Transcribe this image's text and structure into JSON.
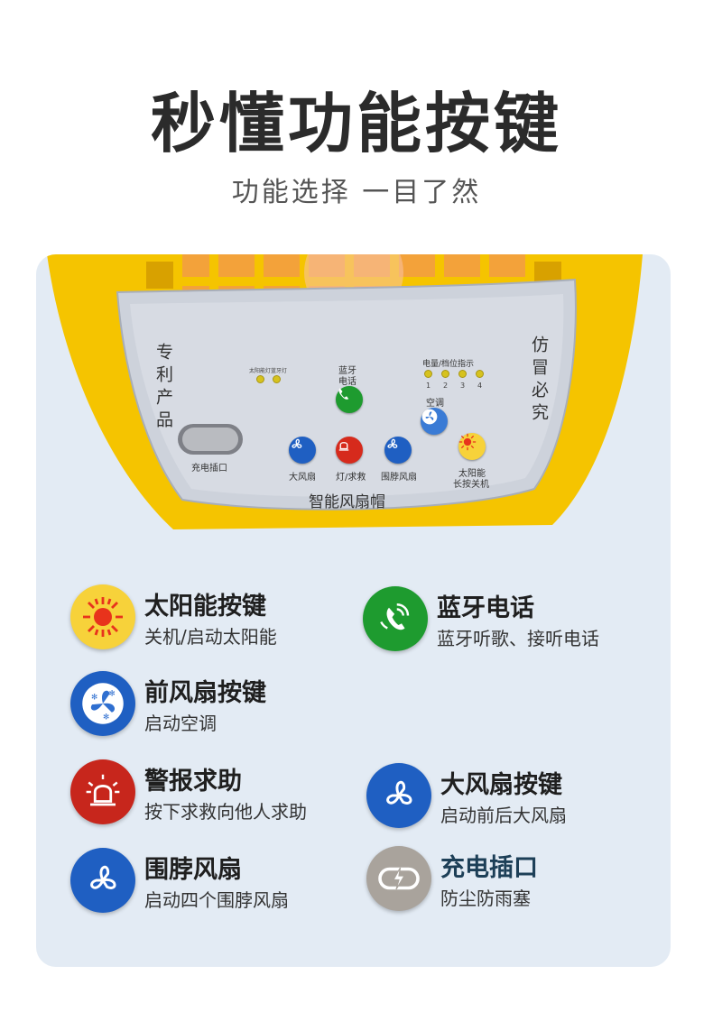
{
  "header": {
    "title": "秒懂功能按键",
    "subtitle": "功能选择  一目了然"
  },
  "device": {
    "left_vertical": "专利产品",
    "right_vertical": "仿冒必究",
    "indicator_labels": [
      "太阳能灯",
      "蓝牙灯"
    ],
    "bluetooth_label_1": "蓝牙",
    "bluetooth_label_2": "电话",
    "battery_label": "电量/档位指示",
    "battery_levels": [
      "1",
      "2",
      "3",
      "4"
    ],
    "aircon_label": "空调",
    "charge_port_label": "充电插口",
    "big_fan_label": "大风扇",
    "light_label": "灯/求救",
    "neck_fan_label": "围脖风扇",
    "solar_label_1": "太阳能",
    "solar_label_2": "长按关机",
    "product_name": "智能风扇帽"
  },
  "features": [
    {
      "title": "太阳能按键",
      "desc": "关机/启动太阳能",
      "icon": "sun-icon",
      "color": "#f7d23a"
    },
    {
      "title": "蓝牙电话",
      "desc": "蓝牙听歌、接听电话",
      "icon": "phone-icon",
      "color": "#1e9b2f"
    },
    {
      "title": "前风扇按键",
      "desc": "启动空调",
      "icon": "fan-snow-icon",
      "color": "#1f5fc2"
    },
    {
      "title": "警报求助",
      "desc": "按下求救向他人求助",
      "icon": "alarm-icon",
      "color": "#c7261c"
    },
    {
      "title": "大风扇按键",
      "desc": "启动前后大风扇",
      "icon": "fan-icon",
      "color": "#1f5fc2"
    },
    {
      "title": "围脖风扇",
      "desc": "启动四个围脖风扇",
      "icon": "fan-icon",
      "color": "#1f5fc2"
    },
    {
      "title": "充电插口",
      "desc": "防尘防雨塞",
      "icon": "charge-icon",
      "color": "#a9a39c"
    }
  ],
  "colors": {
    "yellow": "#f5c400",
    "panel": "#c9ced8",
    "card_bg": "#e3ebf4"
  }
}
